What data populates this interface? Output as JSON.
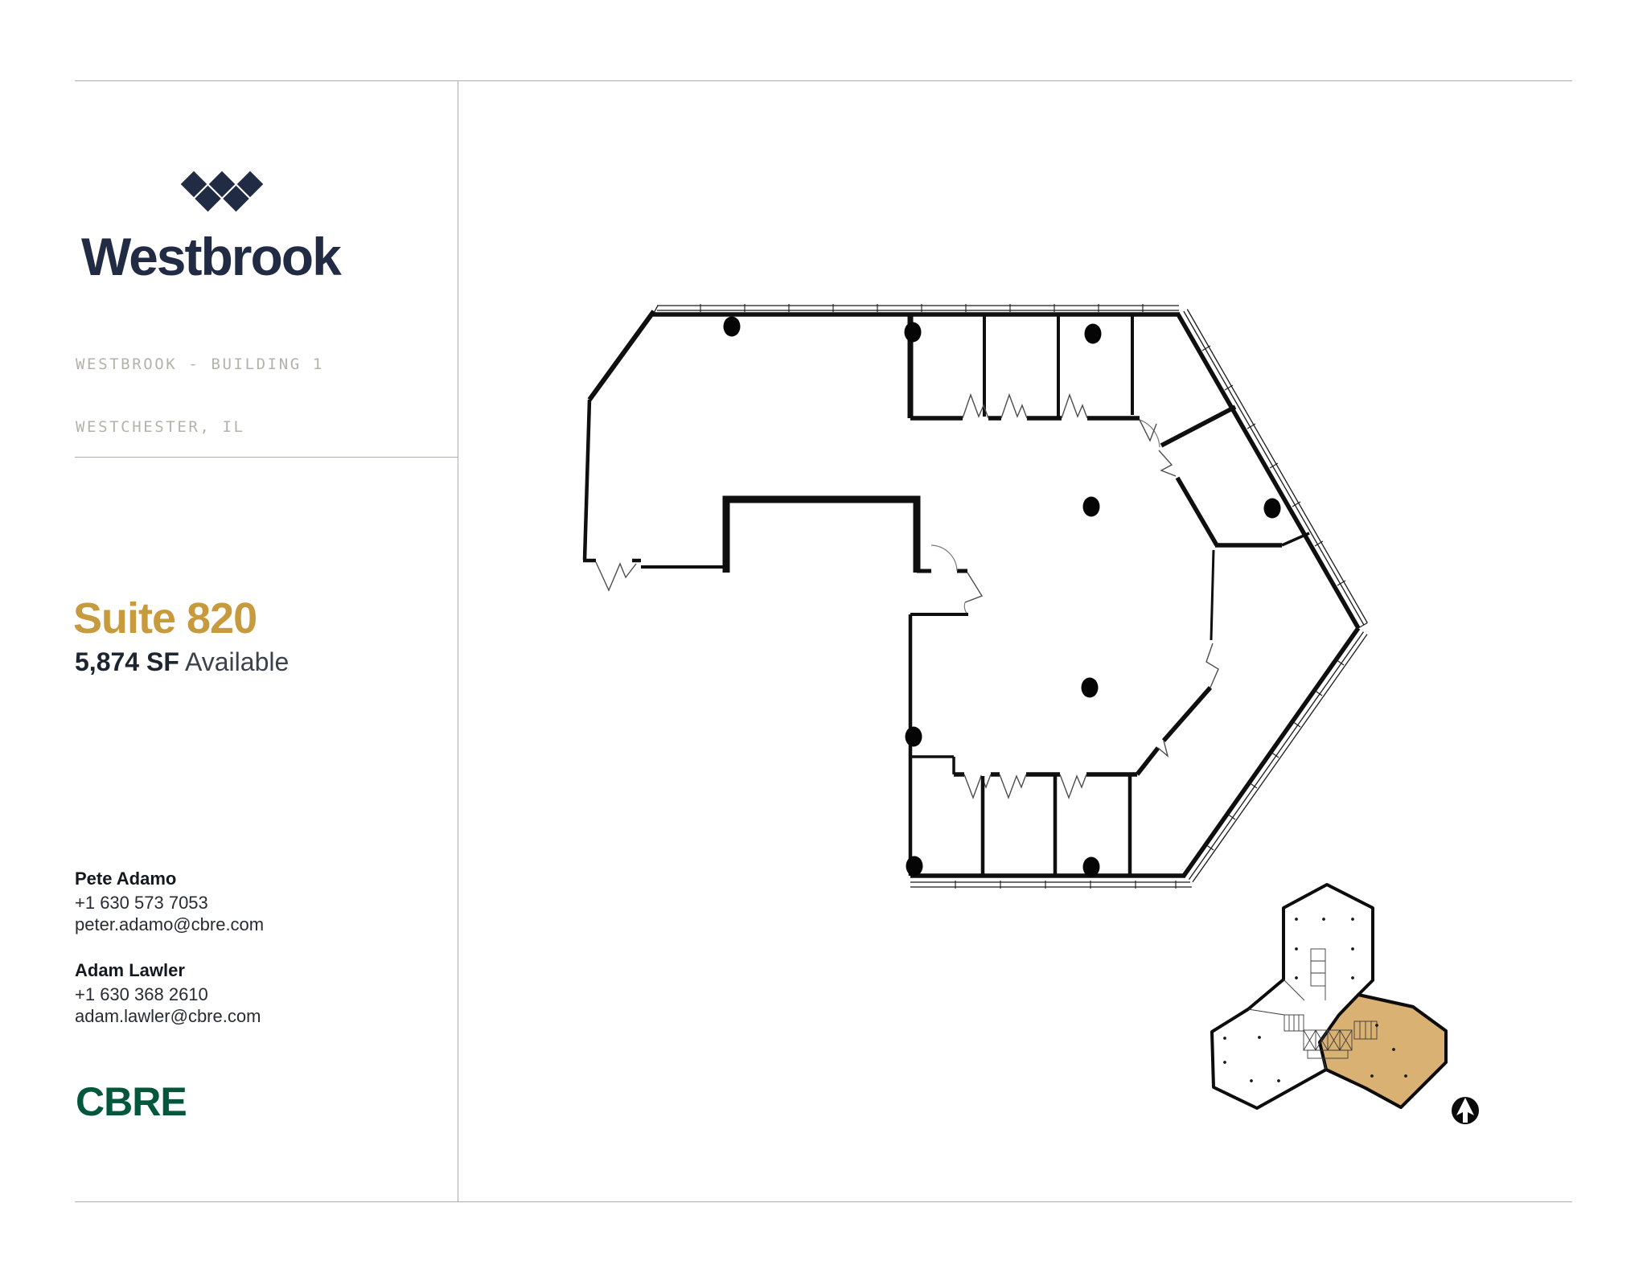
{
  "branding": {
    "logo_mark_icon": "westbrook-diamonds-icon",
    "logo_text": "Westbrook",
    "building_line1": "WESTBROOK - BUILDING 1",
    "building_line2": "WESTCHESTER, IL"
  },
  "suite": {
    "title": "Suite 820",
    "area_bold": "5,874 SF",
    "area_rest": " Available"
  },
  "contacts": [
    {
      "name": "Pete Adamo",
      "phone": "+1 630 573 7053",
      "email": "peter.adamo@cbre.com"
    },
    {
      "name": "Adam Lawler",
      "phone": "+1 630 368 2610",
      "email": "adam.lawler@cbre.com"
    }
  ],
  "footer": {
    "brokerage": "CBRE"
  },
  "plan": {
    "main_plan_icon": "suite-820-floor-plan",
    "key_plan_icon": "building-key-plan",
    "highlighted_wing": "lower-right",
    "compass_icon": "north-arrow-icon"
  },
  "colors": {
    "navy": "#222B44",
    "gold": "#C79A3D",
    "cbre_green": "#00573C",
    "text_dark": "#1D2531",
    "muted_gray": "#B5B2AA",
    "frame_gray": "#B0AEA8",
    "plan_line": "#0F0F0F",
    "suite_highlight_tan": "#D9B173"
  }
}
